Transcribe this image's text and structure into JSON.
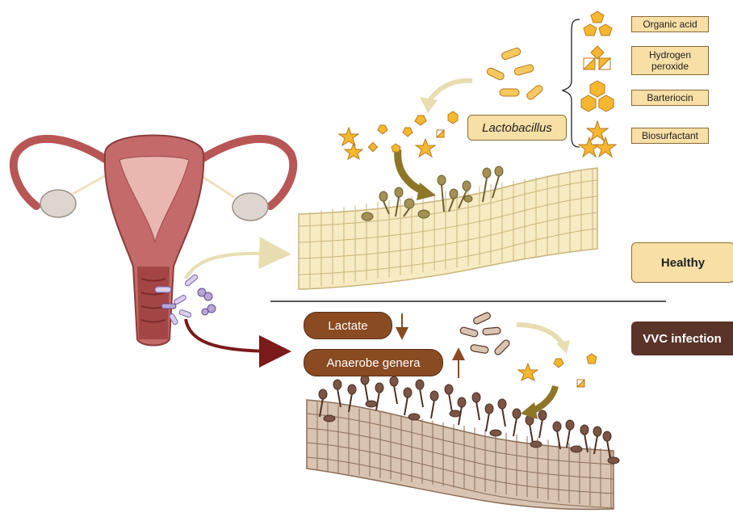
{
  "legend": {
    "items": [
      {
        "label": "Organic acid",
        "icon": "pentagon-cluster-icon"
      },
      {
        "label": "Hydrogen\nperoxide",
        "icon": "split-diamond-icon"
      },
      {
        "label": "Barteriocin",
        "icon": "hexagon-cluster-icon"
      },
      {
        "label": "Biosurfactant",
        "icon": "star-cluster-icon"
      }
    ]
  },
  "labels": {
    "lactobacillus": "Lactobacillus",
    "healthy": "Healthy",
    "vvc": "VVC infection",
    "lactate": "Lactate",
    "anaerobe": "Anaerobe genera"
  },
  "colors": {
    "metabolite": "#f5b730",
    "metabolite_stroke": "#b7791f",
    "healthy_tissue": "#f6ebc3",
    "healthy_tissue_stroke": "#c9b57a",
    "infected_tissue": "#d8c4b0",
    "infected_tissue_stroke": "#8c6d56",
    "fungus_healthy": "#a39054",
    "fungus_infected": "#7a5546",
    "uterus": "#c46a6a",
    "arrow_healthy": "#e8ddb0",
    "arrow_infection": "#7a1a1a",
    "pill": "#8a4a22",
    "vvc_badge": "#5a3428",
    "label_fill": "#f7dfa6"
  }
}
